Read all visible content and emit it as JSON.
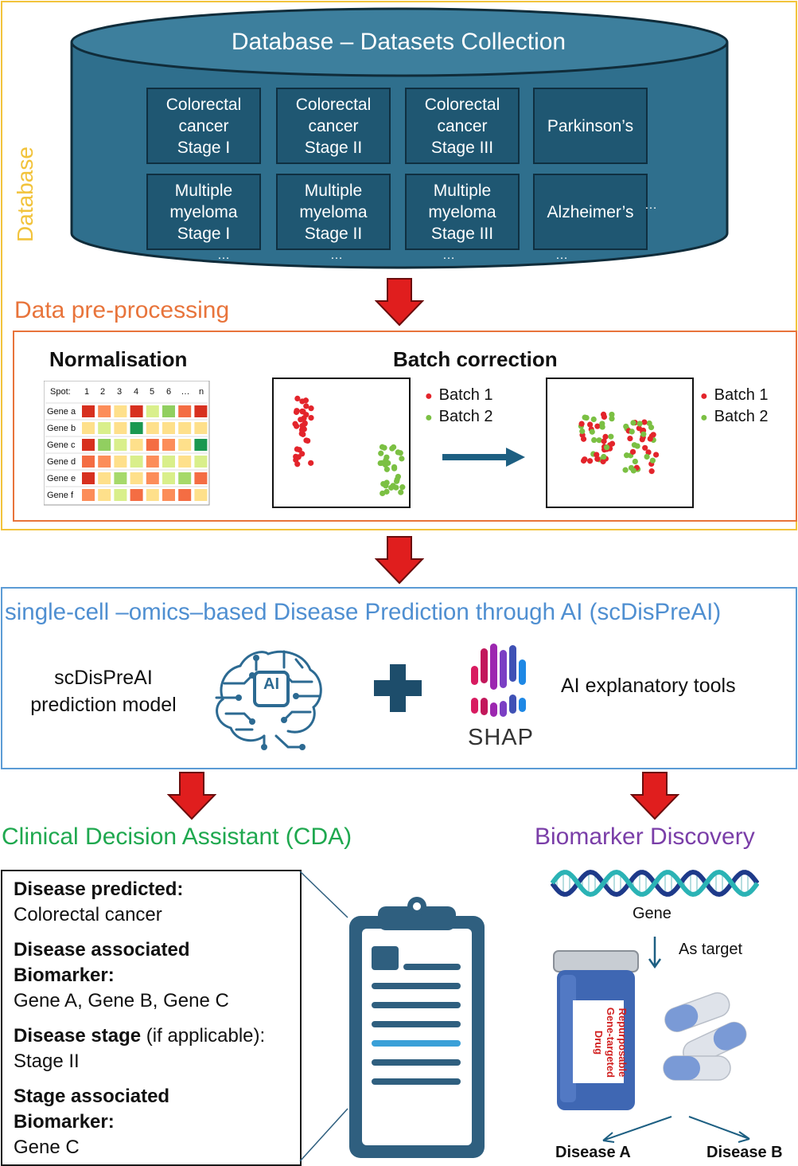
{
  "database": {
    "title": "Database – Datasets Collection",
    "side_label": "Database",
    "row1": [
      {
        "lines": [
          "Colorectal",
          "cancer",
          "Stage I"
        ]
      },
      {
        "lines": [
          "Colorectal",
          "cancer",
          "Stage II"
        ]
      },
      {
        "lines": [
          "Colorectal",
          "cancer",
          "Stage III"
        ]
      },
      {
        "lines": [
          "Parkinson’s"
        ]
      }
    ],
    "row2": [
      {
        "lines": [
          "Multiple",
          "myeloma",
          "Stage I"
        ]
      },
      {
        "lines": [
          "Multiple",
          "myeloma",
          "Stage II"
        ]
      },
      {
        "lines": [
          "Multiple",
          "myeloma",
          "Stage III"
        ]
      },
      {
        "lines": [
          "Alzheimer’s"
        ]
      }
    ],
    "ellipsis": "…"
  },
  "preprocessing": {
    "title": "Data pre-processing",
    "normalisation": {
      "title": "Normalisation",
      "header": [
        "Spot:",
        "1",
        "2",
        "3",
        "4",
        "5",
        "6",
        "…",
        "n"
      ],
      "rows": [
        "Gene a",
        "Gene b",
        "Gene c",
        "Gene d",
        "Gene e",
        "Gene f"
      ]
    },
    "batch_correction": {
      "title": "Batch correction",
      "legend": [
        "Batch 1",
        "Batch 2"
      ],
      "legend_dot": "●"
    }
  },
  "colors": {
    "red": "#e3242b",
    "green": "#7bc043",
    "teal_dark": "#1f5772",
    "arrow": "#e01e1e",
    "navy": "#1d4d6b"
  },
  "ai_section": {
    "title": "single-cell –omics–based Disease Prediction through AI (scDisPreAI)",
    "model_lines": [
      "scDisPreAI",
      "prediction model"
    ],
    "ai_badge": "AI",
    "tools": "AI explanatory tools",
    "shap": "SHAP"
  },
  "cda": {
    "title": "Clinical Decision Assistant (CDA)",
    "disease_predicted_label": "Disease predicted:",
    "disease_predicted_value": "Colorectal  cancer",
    "disease_biomarker_label_1": "Disease associated",
    "disease_biomarker_label_2": "Biomarker:",
    "disease_biomarker_value": "Gene A, Gene B, Gene C",
    "stage_label": "Disease stage",
    "stage_note": " (if applicable):",
    "stage_value": "Stage II",
    "stage_biomarker_label_1": "Stage associated",
    "stage_biomarker_label_2": "Biomarker:",
    "stage_biomarker_value": "Gene C"
  },
  "biomarker": {
    "title": "Biomarker Discovery",
    "gene": "Gene",
    "as_target": "As target",
    "drug_lines": [
      "Repurposable",
      "Gene-targeted",
      "Drug"
    ],
    "disease_a": "Disease A",
    "disease_b": "Disease B"
  }
}
